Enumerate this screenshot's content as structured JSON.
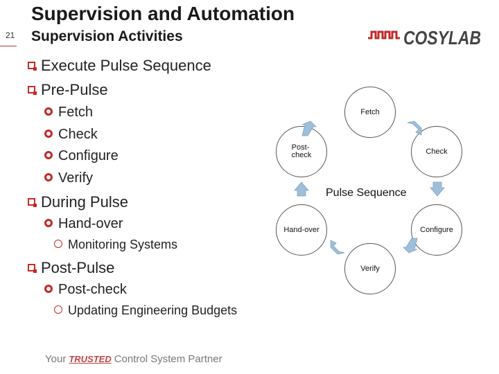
{
  "slide": {
    "number": "21",
    "title": "Supervision and Automation",
    "subtitle": "Supervision Activities"
  },
  "logo": {
    "text": "COSYLAB"
  },
  "bullets": {
    "execute": "Execute Pulse Sequence",
    "pre_pulse": "Pre-Pulse",
    "pre_items": [
      "Fetch",
      "Check",
      "Configure",
      "Verify"
    ],
    "during_pulse": "During Pulse",
    "handover": "Hand-over",
    "monitoring": "Monitoring Systems",
    "post_pulse": "Post-Pulse",
    "post_check": "Post-check",
    "updating": "Updating Engineering Budgets"
  },
  "cycle": {
    "center": "Pulse Sequence",
    "nodes": [
      "Fetch",
      "Check",
      "Configure",
      "Verify",
      "Hand-over",
      "Post-\ncheck"
    ]
  },
  "colors": {
    "accent": "#c12a2a",
    "node_border": "#555555",
    "arrow": "#9fbfd9"
  },
  "footer": {
    "before": "Your",
    "trusted": "TRUSTED",
    "after": "Control System Partner"
  }
}
